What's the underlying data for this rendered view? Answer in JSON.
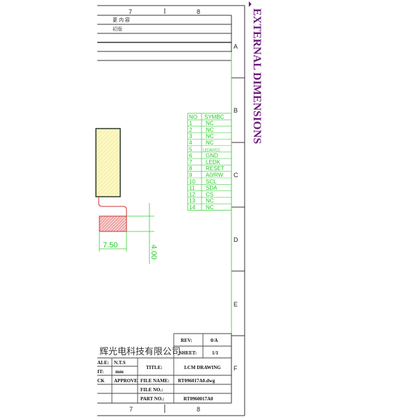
{
  "title": "EXTERNAL DIMENSIONS",
  "rulers": {
    "top": [
      "7",
      "8"
    ],
    "bottom": [
      "7",
      "8"
    ]
  },
  "zones": [
    "A",
    "B",
    "C",
    "D",
    "E",
    "F"
  ],
  "revision": {
    "header": "更    内    容",
    "first": "初版"
  },
  "pin_table": {
    "headers": [
      "NO",
      "SYMBC"
    ],
    "rows": [
      [
        "1",
        "NC"
      ],
      [
        "2",
        "NC"
      ],
      [
        "3",
        "NC"
      ],
      [
        "4",
        "NC"
      ],
      [
        "5",
        "LEDA/VCC"
      ],
      [
        "6",
        "GND"
      ],
      [
        "7",
        "LEDK"
      ],
      [
        "8",
        "RESET"
      ],
      [
        "9",
        "A0/RW"
      ],
      [
        "10",
        "SCL"
      ],
      [
        "11",
        "SDA"
      ],
      [
        "12",
        "CS"
      ],
      [
        "13",
        "NC"
      ],
      [
        "14",
        "NC"
      ]
    ]
  },
  "dimensions": {
    "width": "7.50",
    "height": "4.00"
  },
  "title_block": {
    "company": "辉光电科技有限公司",
    "rev_label": "REV:",
    "rev": "0/A",
    "sheet_label": "SHEET:",
    "sheet": "1/1",
    "scale_label": "ALE:",
    "scale": "N.T.S",
    "unit_label": "IT:",
    "unit": "mm",
    "check_label": "CK",
    "approve_label": "APPROVE",
    "title_label": "TITLE:",
    "title": "LCM DRAWING",
    "file_name_label": "FILE NAME:",
    "file_name": "RT096017A0.dwg",
    "file_no_label": "FILE NO.:",
    "file_no": "",
    "part_no_label": "PART NO.:",
    "part_no": "RT0960017A0"
  },
  "colors": {
    "frame": "#333333",
    "green": "#33cc33",
    "title": "#6b1a7a",
    "hatch_yellow": "#fdf8c0",
    "hatch_red": "#e05050"
  }
}
